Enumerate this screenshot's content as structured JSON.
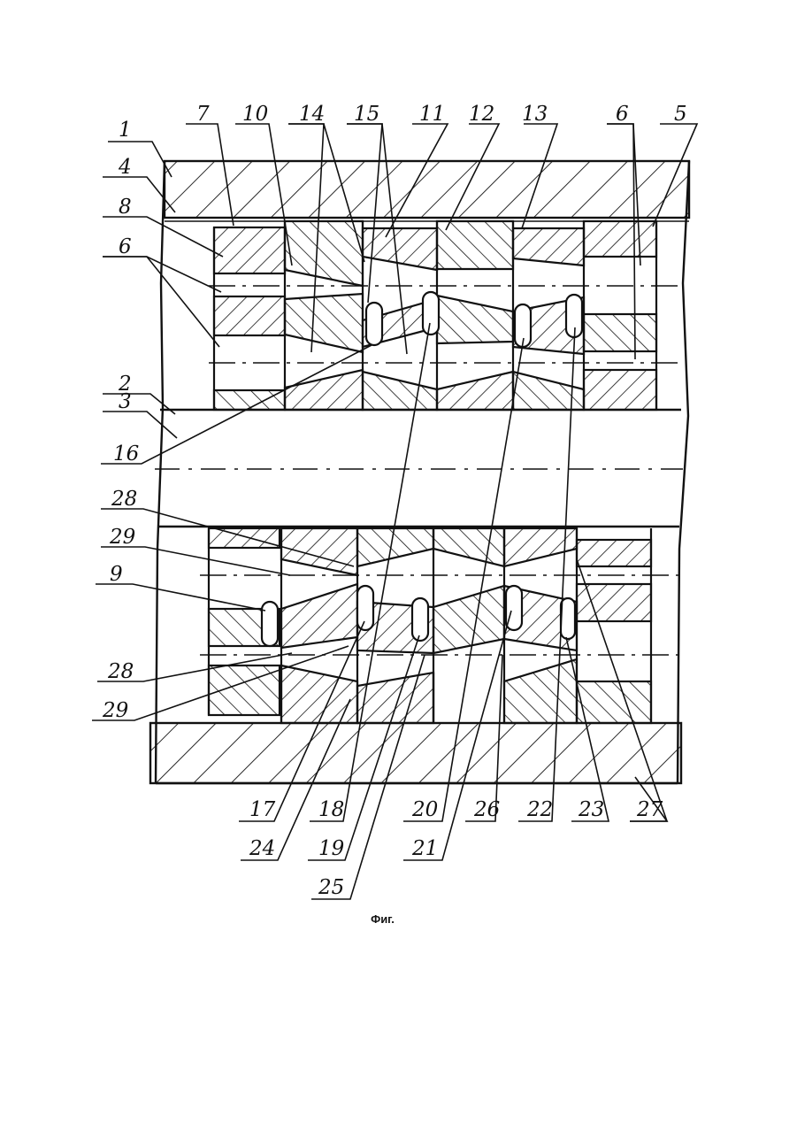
{
  "figure": {
    "caption": "Фиг.",
    "labels": {
      "l1": "1",
      "l2": "2",
      "l3": "3",
      "l4": "4",
      "l5": "5",
      "l6a": "6",
      "l6b": "6",
      "l7": "7",
      "l8": "8",
      "l9": "9",
      "l10": "10",
      "l11": "11",
      "l12": "12",
      "l13": "13",
      "l14": "14",
      "l15": "15",
      "l16": "16",
      "l17": "17",
      "l18": "18",
      "l19": "19",
      "l20": "20",
      "l21": "21",
      "l22": "22",
      "l23": "23",
      "l24": "24",
      "l25": "25",
      "l26": "26",
      "l27": "27",
      "l28a": "28",
      "l28b": "28",
      "l29a": "29",
      "l29b": "29"
    }
  }
}
